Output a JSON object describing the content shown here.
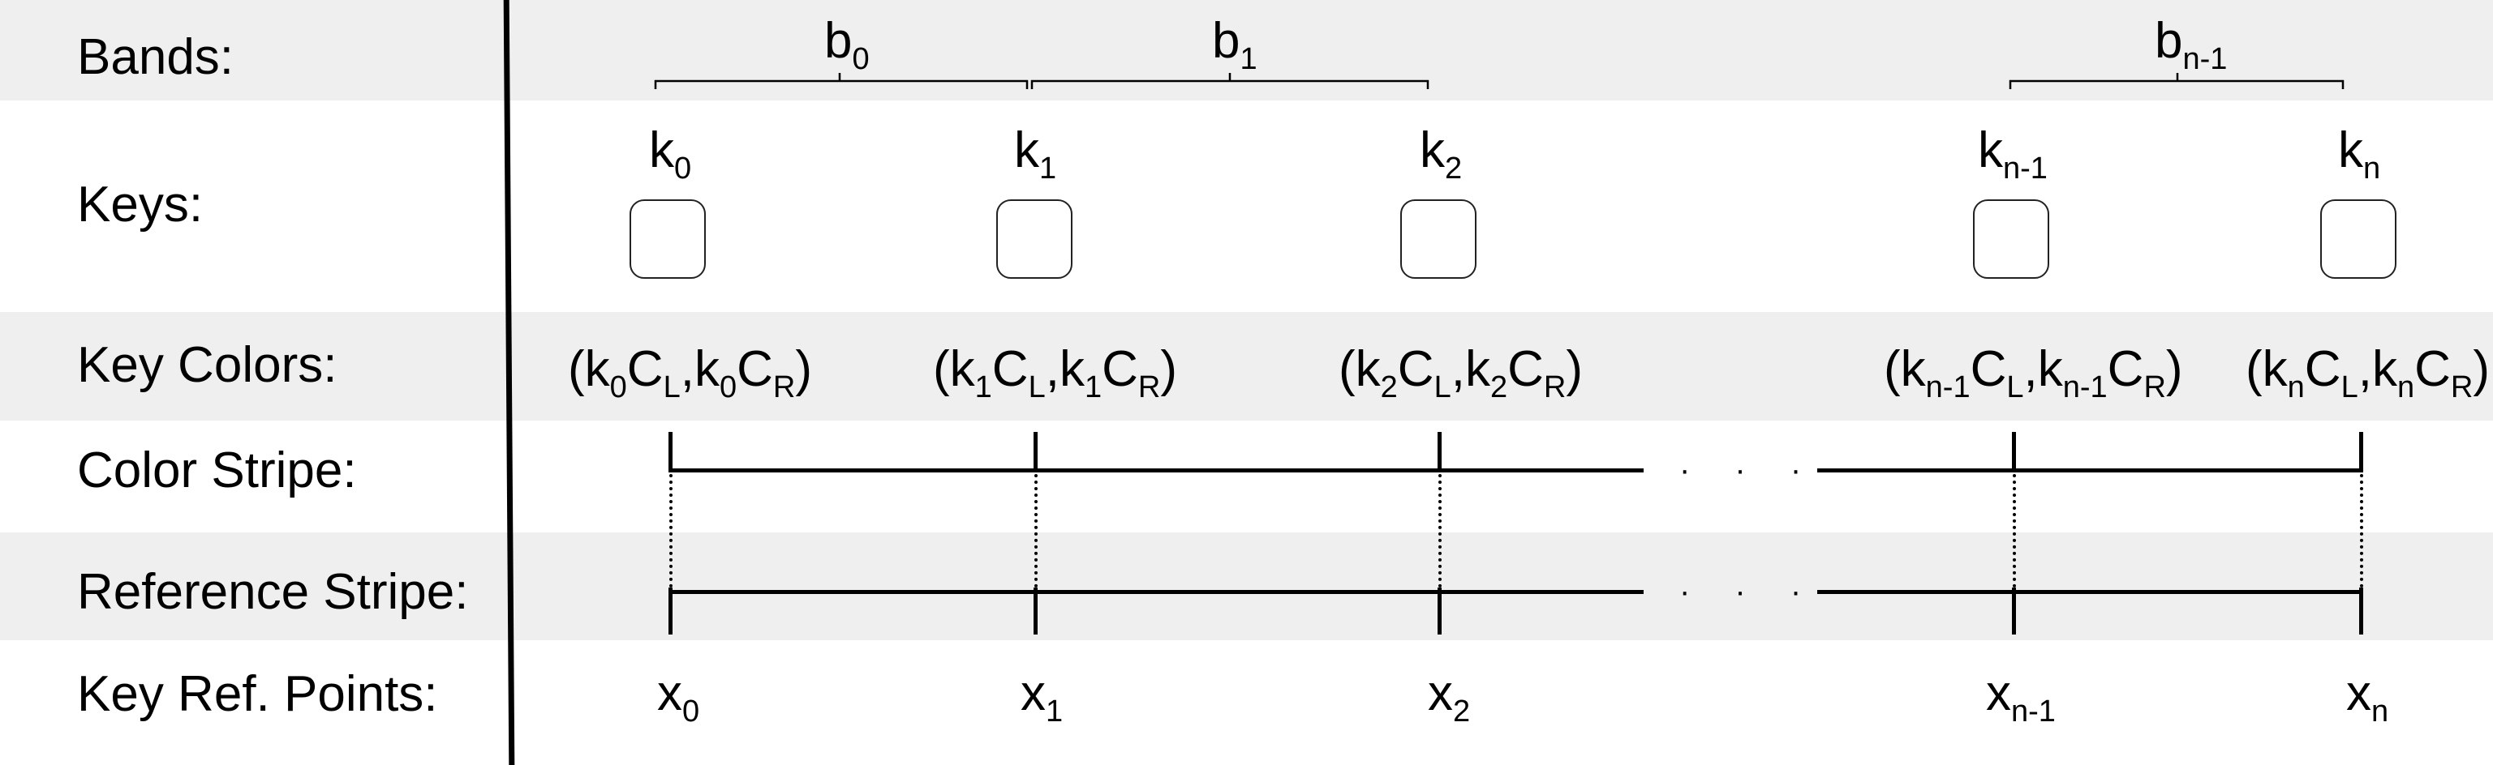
{
  "rows": {
    "bands": "Bands:",
    "keys": "Keys:",
    "key_colors": "Key Colors:",
    "color_stripe": "Color Stripe:",
    "reference_stripe": "Reference Stripe:",
    "key_ref_points": "Key Ref. Points:"
  },
  "bands": [
    {
      "base": "b",
      "sub": "0"
    },
    {
      "base": "b",
      "sub": "1"
    },
    {
      "base": "b",
      "sub": "n-1"
    }
  ],
  "keys": [
    {
      "base": "k",
      "sub": "0"
    },
    {
      "base": "k",
      "sub": "1"
    },
    {
      "base": "k",
      "sub": "2"
    },
    {
      "base": "k",
      "sub": "n-1"
    },
    {
      "base": "k",
      "sub": "n"
    }
  ],
  "key_colors": [
    {
      "open": "(k",
      "s1": "0",
      "c1": "C",
      "l": "L",
      "mid": ",k",
      "s2": "0",
      "c2": "C",
      "r": "R",
      "close": ")"
    },
    {
      "open": "(k",
      "s1": "1",
      "c1": "C",
      "l": "L",
      "mid": ",k",
      "s2": "1",
      "c2": "C",
      "r": "R",
      "close": ")"
    },
    {
      "open": "(k",
      "s1": "2",
      "c1": "C",
      "l": "L",
      "mid": ",k",
      "s2": "2",
      "c2": "C",
      "r": "R",
      "close": ")"
    },
    {
      "open": "(k",
      "s1": "n-1",
      "c1": "C",
      "l": "L",
      "mid": ",k",
      "s2": "n-1",
      "c2": "C",
      "r": "R",
      "close": ")"
    },
    {
      "open": "(k",
      "s1": "n",
      "c1": "C",
      "l": "L",
      "mid": ",k",
      "s2": "n",
      "c2": "C",
      "r": "R",
      "close": ")"
    }
  ],
  "ellipsis": "· · ·",
  "ref_points": [
    {
      "base": "x",
      "sub": "0"
    },
    {
      "base": "x",
      "sub": "1"
    },
    {
      "base": "x",
      "sub": "2"
    },
    {
      "base": "x",
      "sub": "n-1"
    },
    {
      "base": "x",
      "sub": "n"
    }
  ],
  "colors": {
    "band_bg": "#efefef",
    "line": "#000000"
  }
}
